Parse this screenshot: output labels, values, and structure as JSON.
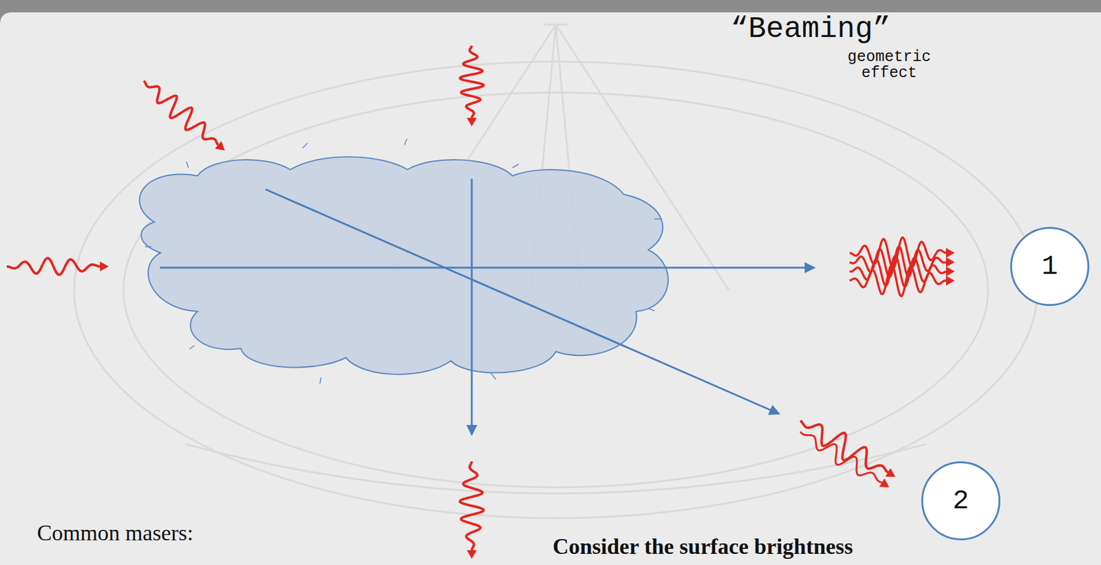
{
  "diagram": {
    "title": "“Beaming”",
    "nodes": [
      {
        "text": [
          "1"
        ]
      },
      {
        "text": [
          "2"
        ]
      }
    ],
    "labels": [
      "geometric effect",
      "Common masers:",
      "Consider the surface brightness"
    ]
  }
}
